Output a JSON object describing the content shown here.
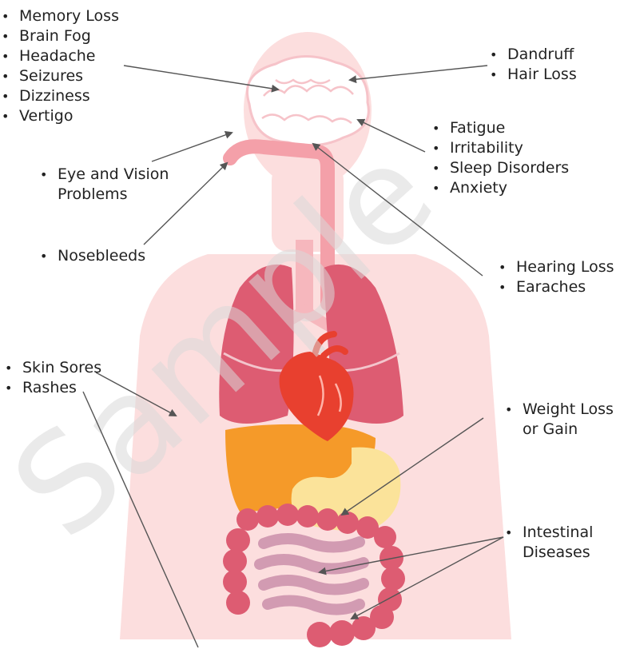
{
  "watermark": "Sample",
  "groups": {
    "head": [
      "Memory Loss",
      "Brain Fog",
      "Headache",
      "Seizures",
      "Dizziness",
      "Vertigo"
    ],
    "scalp": [
      "Dandruff",
      "Hair Loss"
    ],
    "mood": [
      "Fatigue",
      "Irritability",
      "Sleep Disorders",
      "Anxiety"
    ],
    "eye": [
      "Eye and Vision",
      "Problems"
    ],
    "nose": [
      "Nosebleeds"
    ],
    "ear": [
      "Hearing Loss",
      "Earaches"
    ],
    "skin": [
      "Skin Sores",
      "Rashes"
    ],
    "weight": [
      "Weight Loss",
      "or Gain"
    ],
    "intestinal": [
      "Intestinal",
      "Diseases"
    ]
  },
  "colors": {
    "body_silhouette": "#fcdede",
    "organ_pink": "#dd5c72",
    "heart_red": "#e8402f",
    "liver_orange": "#f59a29",
    "stomach_yellow": "#fbe39a",
    "small_intestine": "#d29bb2",
    "brain_outline": "#f6c3c9",
    "watermark": "#d8d8d8",
    "pointer_line": "#555555"
  }
}
